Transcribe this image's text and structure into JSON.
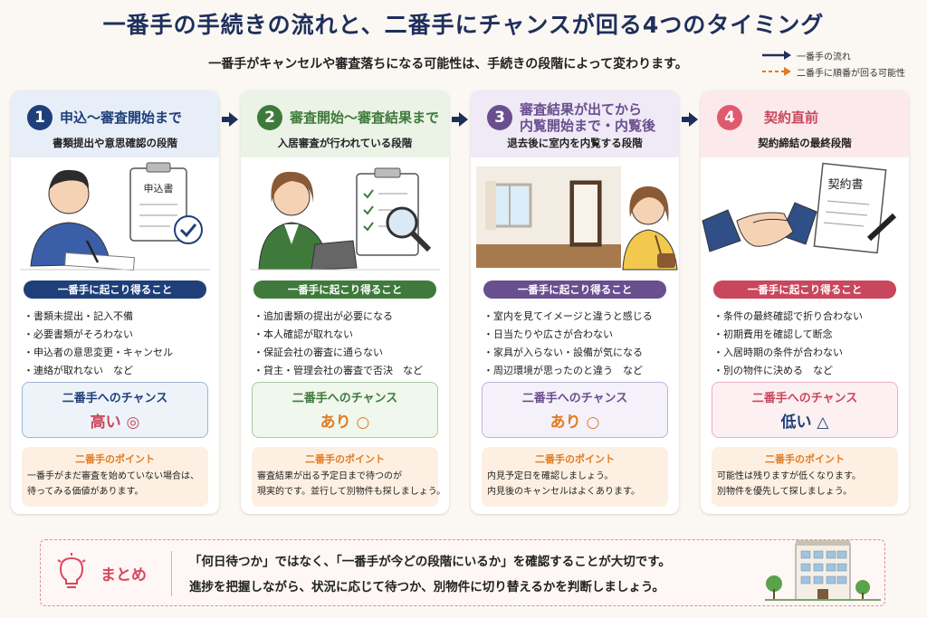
{
  "title": "一番手の手続きの流れと、二番手にチャンスが回る4つのタイミング",
  "subtitle": "一番手がキャンセルや審査落ちになる可能性は、手続きの段階によって変わります。",
  "legend": {
    "first_flow": "一番手の流れ",
    "second_turn": "二番手に順番が回る可能性",
    "first_color": "#1f2f5c",
    "second_color": "#e07b24"
  },
  "events_label": "一番手に起こり得ること",
  "chance_label": "二番手へのチャンス",
  "point_label": "二番手のポイント",
  "cards": [
    {
      "num": "1",
      "title": "申込～審査開始まで",
      "sub": "書類提出や意思確認の段階",
      "illus_text": "申込書",
      "events": [
        "・書類未提出・記入不備",
        "・必要書類がそろわない",
        "・申込者の意思変更・キャンセル",
        "・連絡が取れない　など"
      ],
      "chance": "高い ◎",
      "point": [
        "一番手がまだ審査を始めていない場合は、",
        "待ってみる価値があります。"
      ],
      "color": "#1f3f7a",
      "head_bg": "#e8eef7",
      "chance_bg": "#eef3fa"
    },
    {
      "num": "2",
      "title": "審査開始～審査結果まで",
      "sub": "入居審査が行われている段階",
      "events": [
        "・追加書類の提出が必要になる",
        "・本人確認が取れない",
        "・保証会社の審査に通らない",
        "・貸主・管理会社の審査で否決　など"
      ],
      "chance": "あり ○",
      "point": [
        "審査結果が出る予定日まで待つのが",
        "現実的です。並行して別物件も探しましょう。"
      ],
      "color": "#3f7a3c",
      "head_bg": "#eaf3e6",
      "chance_bg": "#f0f7ec"
    },
    {
      "num": "3",
      "title": "審査結果が出てから\n内覧開始まで・内覧後",
      "sub": "退去後に室内を内覧する段階",
      "events": [
        "・室内を見てイメージと違うと感じる",
        "・日当たりや広さが合わない",
        "・家具が入らない・設備が気になる",
        "・周辺環境が思ったのと違う　など"
      ],
      "chance": "あり ○",
      "point": [
        "内見予定日を確認しましょう。",
        "内見後のキャンセルはよくあります。"
      ],
      "color": "#6a4f8f",
      "head_bg": "#efeaf6",
      "chance_bg": "#f5f1fa"
    },
    {
      "num": "4",
      "title": "契約直前",
      "sub": "契約締結の最終段階",
      "illus_text": "契約書",
      "events": [
        "・条件の最終確認で折り合わない",
        "・初期費用を確認して断念",
        "・入居時期の条件が合わない",
        "・別の物件に決める　など"
      ],
      "chance": "低い △",
      "point": [
        "可能性は残りますが低くなります。",
        "別物件を優先して探しましょう。"
      ],
      "color": "#c9475c",
      "head_bg": "#fbe9ec",
      "chance_bg": "#fcf0f2"
    }
  ],
  "summary": {
    "label": "まとめ",
    "line1": "「何日待つか」ではなく、「一番手が今どの段階にいるか」を確認することが大切です。",
    "line2": "進捗を把握しながら、状況に応じて待つか、別物件に切り替えるかを判断しましょう。"
  }
}
